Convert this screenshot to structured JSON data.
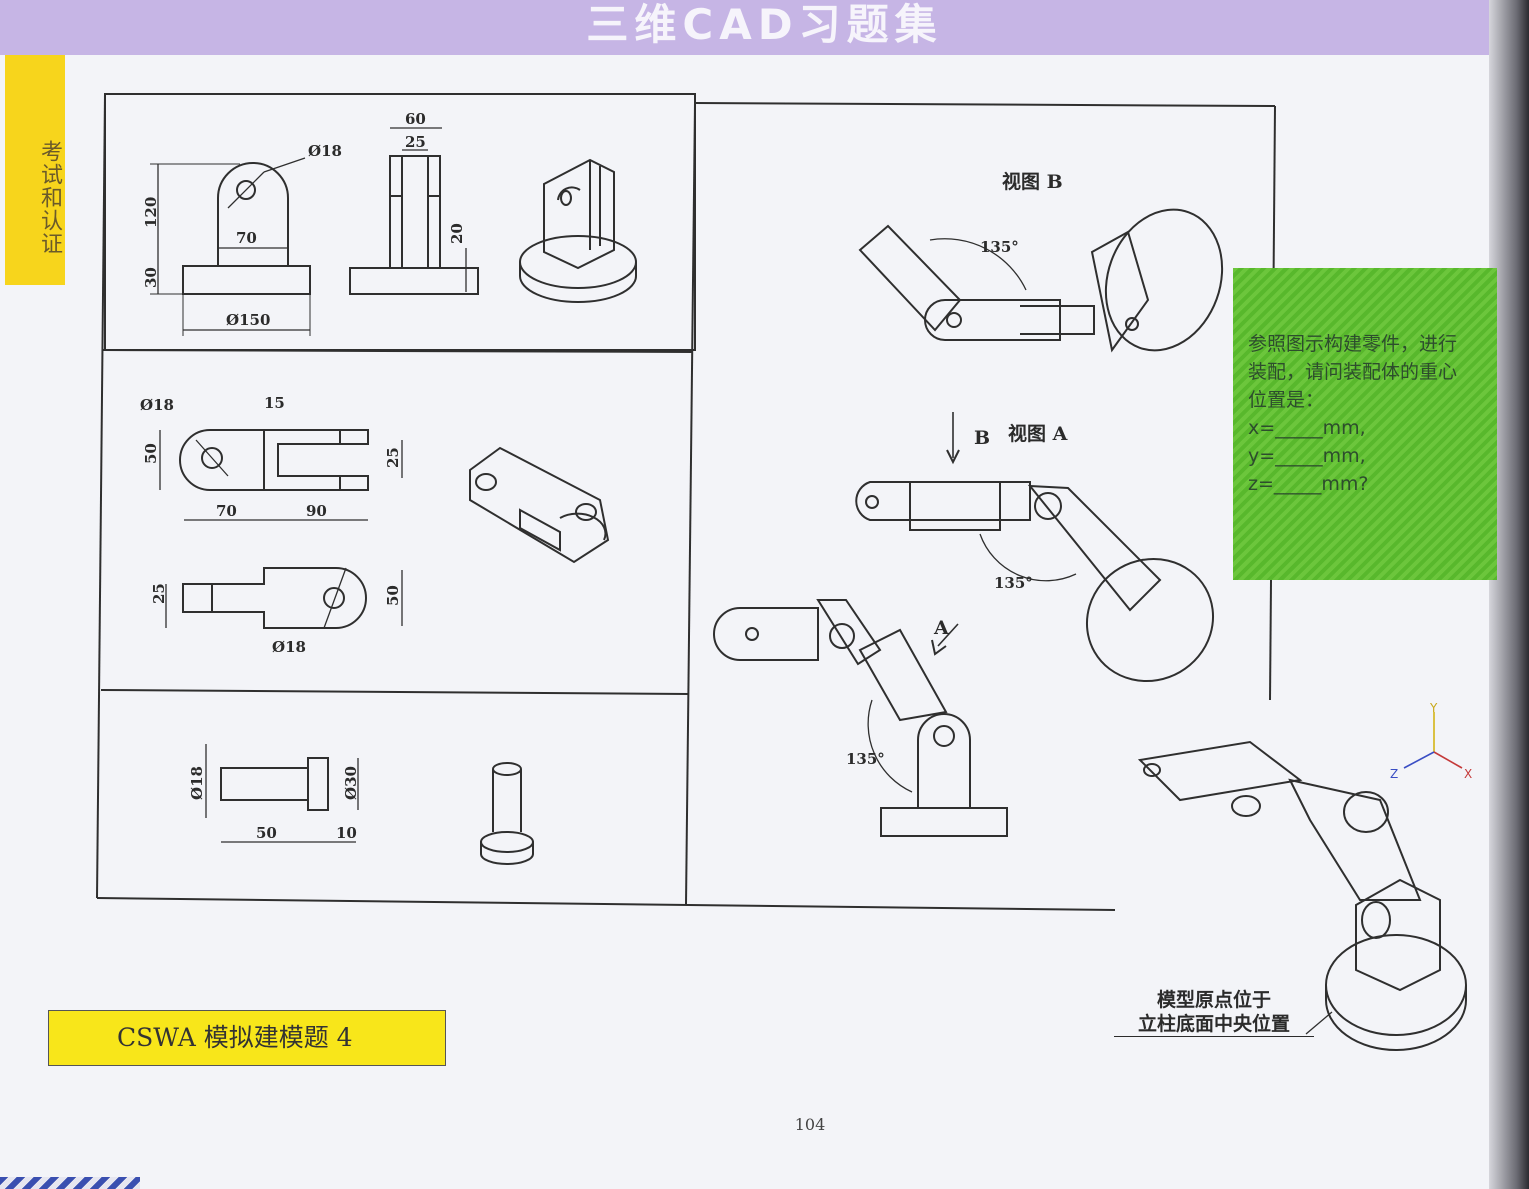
{
  "header": {
    "title": "三维CAD习题集"
  },
  "side_tab": {
    "label": "考试和认证"
  },
  "drawings": {
    "base": {
      "d_hole": "Ø18",
      "h_upright": "120",
      "h_base": "30",
      "w_upright": "70",
      "d_base": "Ø150",
      "w_top": "60",
      "w_slot": "25",
      "h_slot": "20"
    },
    "link": {
      "d_hole_top": "Ø18",
      "slot_w": "15",
      "h_top": "50",
      "clevis_gap": "25",
      "len_a": "70",
      "len_b": "90",
      "tang_w": "25",
      "h_bottom": "50",
      "d_hole_bottom": "Ø18"
    },
    "pin": {
      "d_shank": "Ø18",
      "d_head": "Ø30",
      "len_shank": "50",
      "len_head": "10"
    }
  },
  "assembly": {
    "view_b_title": "视图 B",
    "view_a_title": "视图 A",
    "arrow_b_label": "B",
    "arrow_a_label": "A",
    "angle": "135°",
    "axis_x": "X",
    "axis_y": "Y",
    "axis_z": "Z"
  },
  "question": {
    "line1": "参照图示构建零件，进行",
    "line2": "装配，请问装配体的重心",
    "line3": "位置是：",
    "x": "x=_____mm,",
    "y": "y=_____mm,",
    "z": "z=_____mm?"
  },
  "origin_note": {
    "line1": "模型原点位于",
    "line2": "立柱底面中央位置"
  },
  "caption": {
    "label": "CSWA 模拟建模题 4"
  },
  "page": {
    "number": "104"
  },
  "colors": {
    "header": "#c6b5e5",
    "side_tab": "#f7d51c",
    "question_box": "#6cc63c",
    "caption_box": "#f8e61a"
  }
}
